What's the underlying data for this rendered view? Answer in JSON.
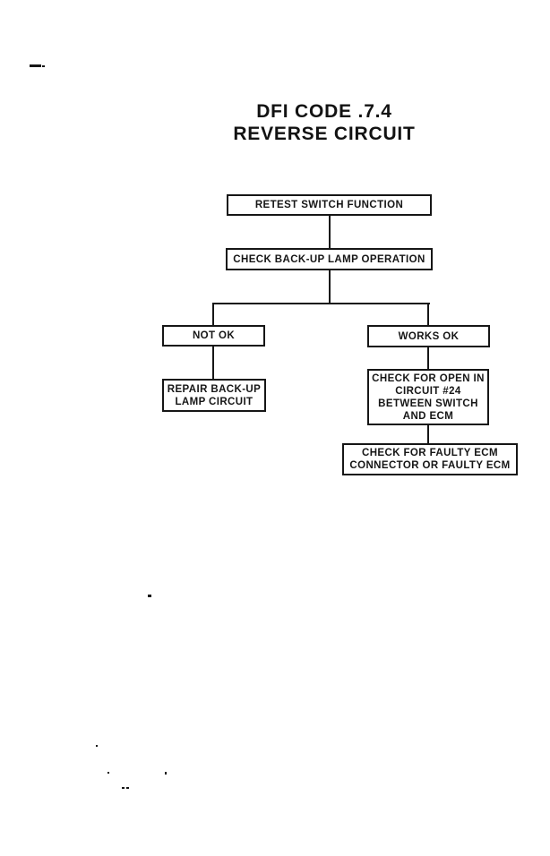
{
  "page": {
    "title_line1": "DFI CODE .7.4",
    "title_line2": "REVERSE CIRCUIT"
  },
  "flowchart": {
    "nodes": [
      {
        "id": "retest-switch",
        "label": "RETEST SWITCH FUNCTION"
      },
      {
        "id": "check-lamp",
        "label": "CHECK BACK-UP LAMP OPERATION"
      },
      {
        "id": "not-ok",
        "label": "NOT OK"
      },
      {
        "id": "repair-lamp",
        "label": "REPAIR BACK-UP\nLAMP CIRCUIT"
      },
      {
        "id": "works-ok",
        "label": "WORKS OK"
      },
      {
        "id": "check-open",
        "label": "CHECK FOR OPEN IN\nCIRCUIT #24\nBETWEEN SWITCH\nAND ECM"
      },
      {
        "id": "check-faulty-ecm",
        "label": "CHECK FOR FAULTY ECM\nCONNECTOR OR FAULTY ECM"
      }
    ],
    "edges": [
      {
        "from": "retest-switch",
        "to": "check-lamp"
      },
      {
        "from": "check-lamp",
        "to": "not-ok"
      },
      {
        "from": "check-lamp",
        "to": "works-ok"
      },
      {
        "from": "not-ok",
        "to": "repair-lamp"
      },
      {
        "from": "works-ok",
        "to": "check-open"
      },
      {
        "from": "check-open",
        "to": "check-faulty-ecm"
      }
    ],
    "colors": {
      "ink": "#161616",
      "paper": "#ffffff"
    }
  }
}
